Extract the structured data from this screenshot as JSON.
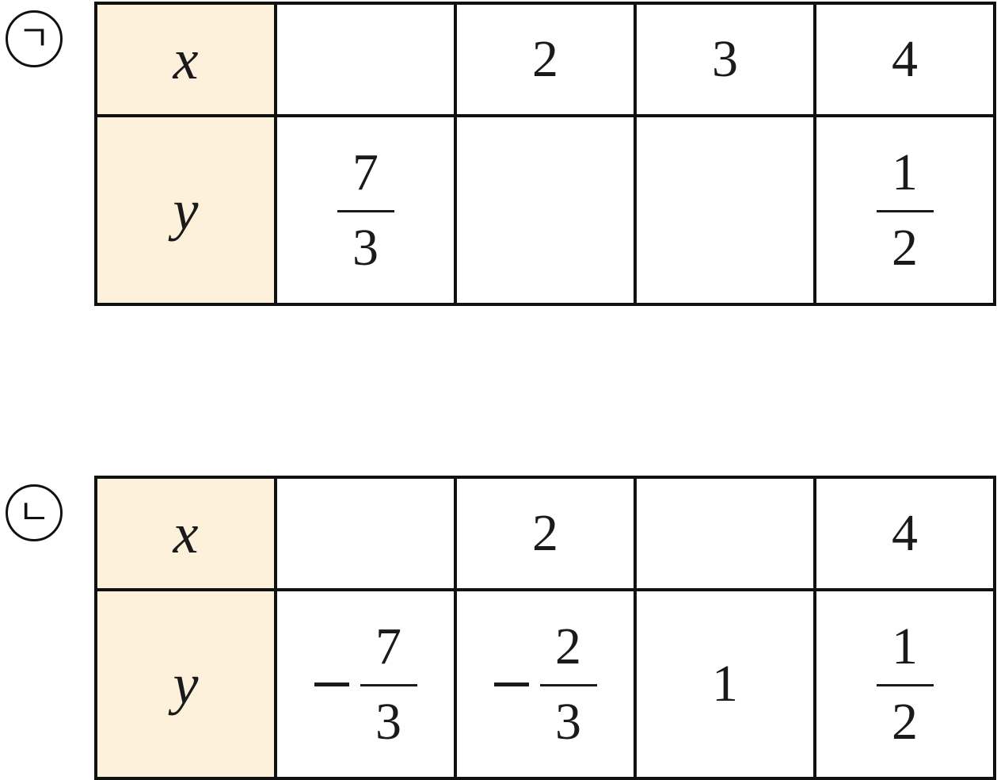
{
  "tables": [
    {
      "marker": "ㄱ",
      "x_label": "x",
      "y_label": "y",
      "x_values": [
        "",
        "2",
        "3",
        "4"
      ],
      "y_values": [
        {
          "sign": "",
          "num": "7",
          "den": "3"
        },
        {
          "text": ""
        },
        {
          "text": ""
        },
        {
          "sign": "",
          "num": "1",
          "den": "2"
        }
      ]
    },
    {
      "marker": "ㄴ",
      "x_label": "x",
      "y_label": "y",
      "x_values": [
        "",
        "2",
        "",
        "4"
      ],
      "y_values": [
        {
          "sign": "−",
          "num": "7",
          "den": "3"
        },
        {
          "sign": "−",
          "num": "2",
          "den": "3"
        },
        {
          "text": "1"
        },
        {
          "sign": "",
          "num": "1",
          "den": "2"
        }
      ]
    }
  ]
}
